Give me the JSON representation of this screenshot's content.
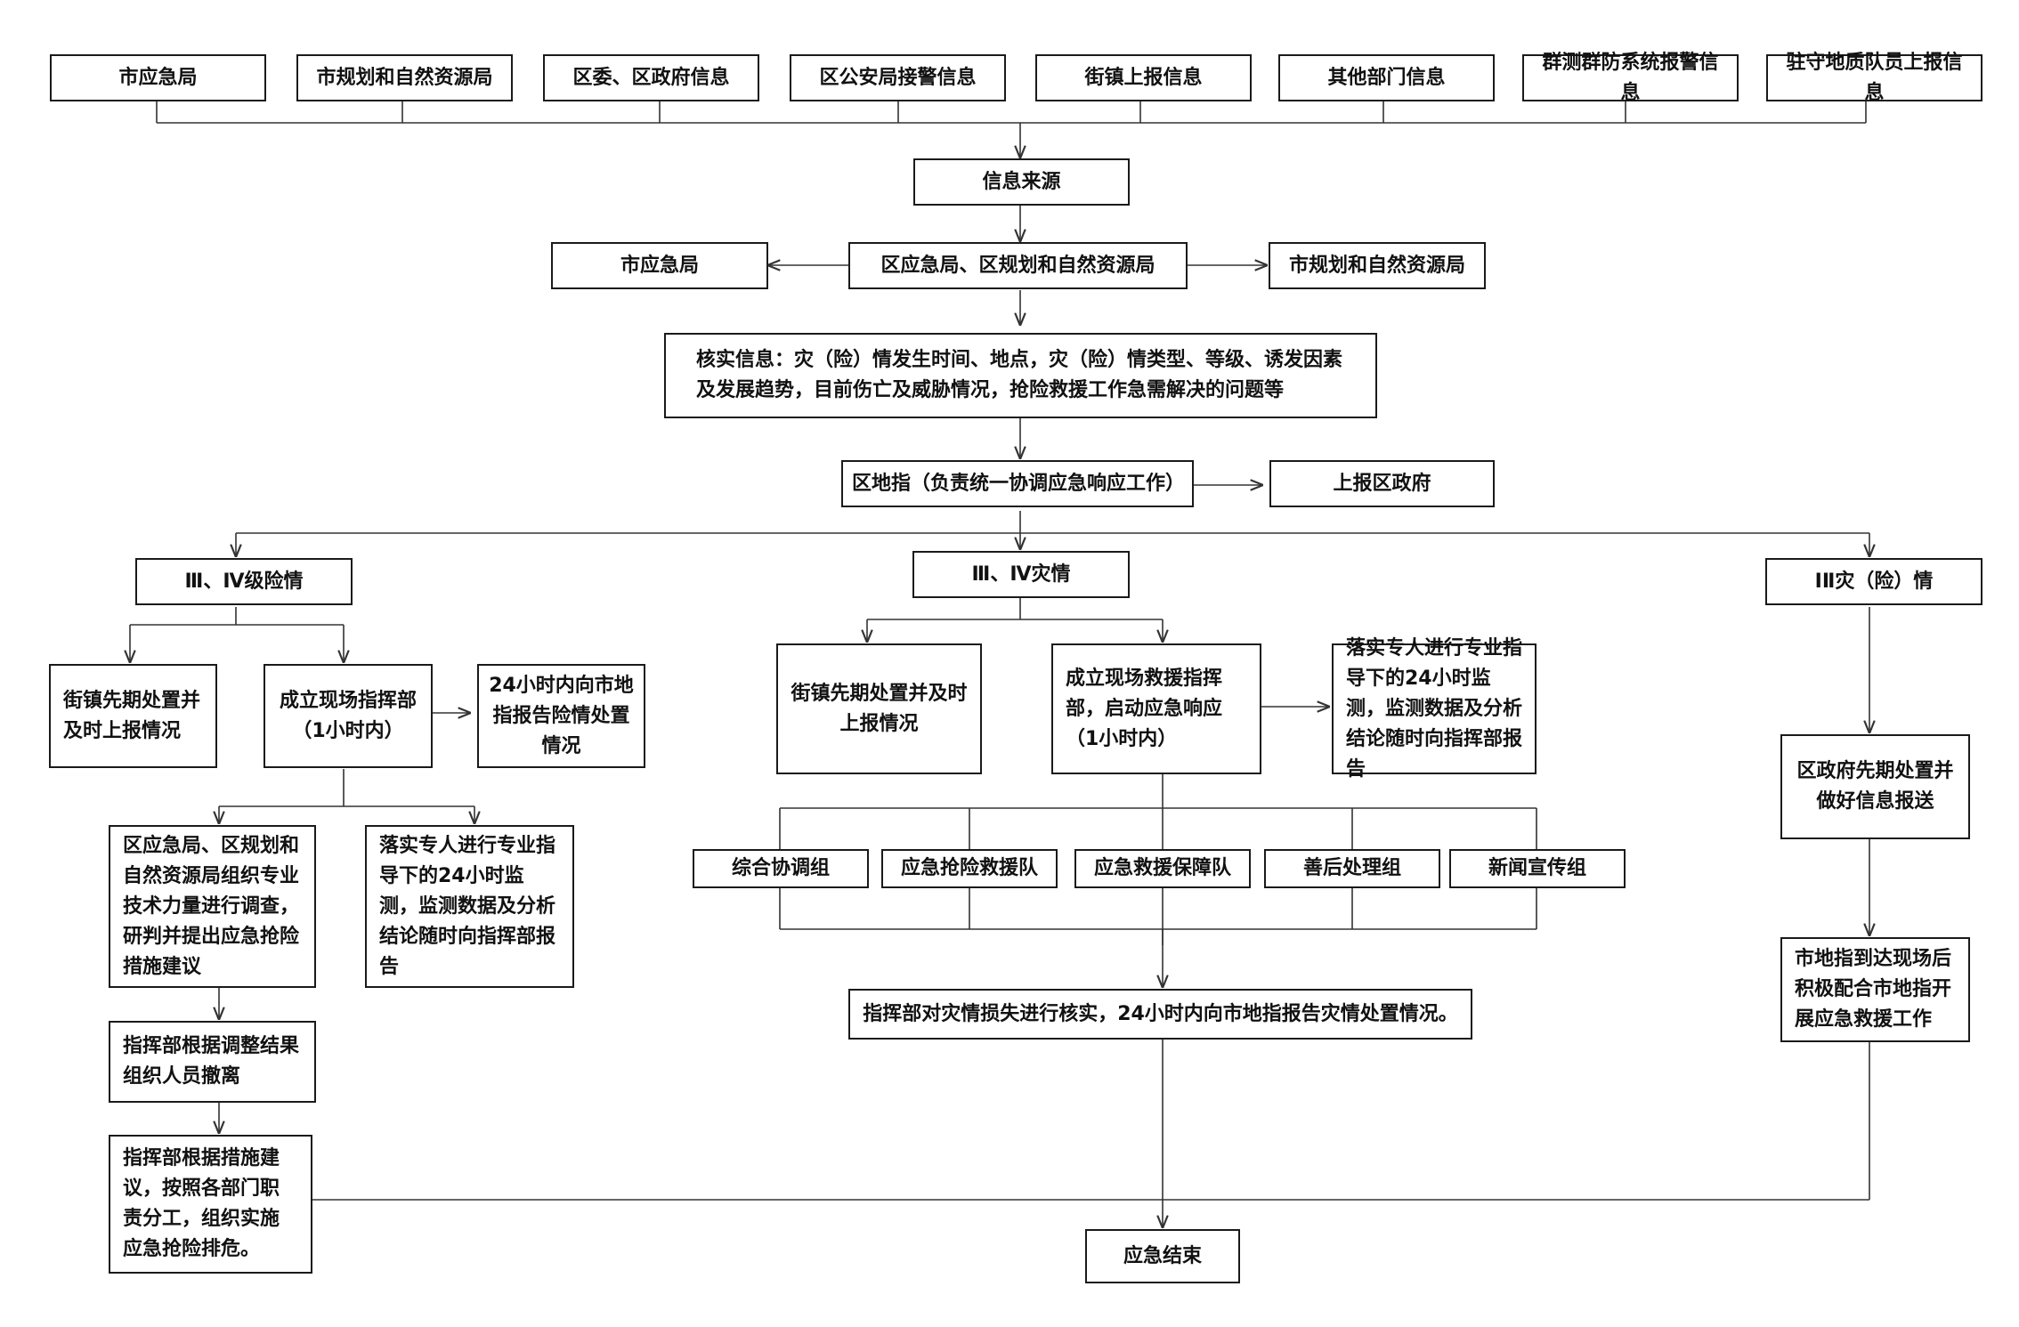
{
  "sources": [
    "市应急局",
    "市规划和自然资源局",
    "区委、区政府信息",
    "区公安局接警信息",
    "街镇上报信息",
    "其他部门信息",
    "群测群防系统报警信息",
    "驻守地质队员上报信息"
  ],
  "info_source": "信息来源",
  "district_bureau": "区应急局、区规划和自然资源局",
  "left_city_emergency": "市应急局",
  "right_city_planning": "市规划和自然资源局",
  "verify_info": "核实信息：灾（险）情发生时间、地点，灾（险）情类型、等级、诱发因素及发展趋势，目前伤亡及威胁情况，抢险救援工作急需解决的问题等",
  "district_command": "区地指（负责统一协调应急响应工作）",
  "report_gov": "上报区政府",
  "branch_left": {
    "title": "Ⅲ、Ⅳ级险情",
    "street": "街镇先期处置并及时上报情况",
    "site_cmd": "成立现场指挥部（1小时内）",
    "report24": "24小时内向市地指报告险情处置情况",
    "survey": "区应急局、区规划和自然资源局组织专业技术力量进行调查，研判并提出应急抢险措施建议",
    "monitor": "落实专人进行专业指导下的24小时监测，监测数据及分析结论随时向指挥部报告",
    "evacuate": "指挥部根据调整结果组织人员撤离",
    "implement": "指挥部根据措施建议，按照各部门职责分工，组织实施应急抢险排危。"
  },
  "branch_mid": {
    "title": "Ⅲ、Ⅳ灾情",
    "street": "街镇先期处置并及时上报情况",
    "rescue_cmd": "成立现场救援指挥部，启动应急响应（1小时内）",
    "monitor": "落实专人进行专业指导下的24小时监测，监测数据及分析结论随时向指挥部报告",
    "groups": [
      "综合协调组",
      "应急抢险救援队",
      "应急救援保障队",
      "善后处理组",
      "新闻宣传组"
    ],
    "verify_loss": "指挥部对灾情损失进行核实，24小时内向市地指报告灾情处置情况。"
  },
  "branch_right": {
    "title": "ⅠⅡ灾（险）情",
    "gov_first": "区政府先期处置并做好信息报送",
    "city_cmd": "市地指到达现场后积极配合市地指开展应急救援工作"
  },
  "end": "应急结束"
}
